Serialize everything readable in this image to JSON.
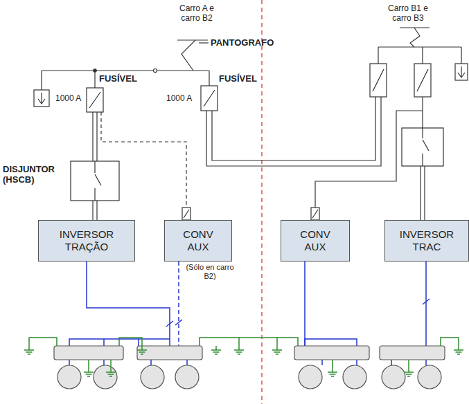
{
  "diagram": {
    "nodes": [
      {
        "text": [
          "INVERSOR TRAÇÃO"
        ]
      },
      {
        "text": [
          "CONV AUX"
        ]
      },
      {
        "text": [
          "CONV AUX"
        ]
      },
      {
        "text": [
          "INVERSOR TRAC"
        ]
      }
    ],
    "labels": [
      "Carro A e carro B2",
      "Carro B1 e carro B3",
      "PANTOGRAFO",
      "FUSÍVEL",
      "1000 A",
      "FUSÍVEL",
      "1000 A",
      "DISJUNTOR (HSCB)",
      "(Sólo en carro B2)"
    ]
  }
}
